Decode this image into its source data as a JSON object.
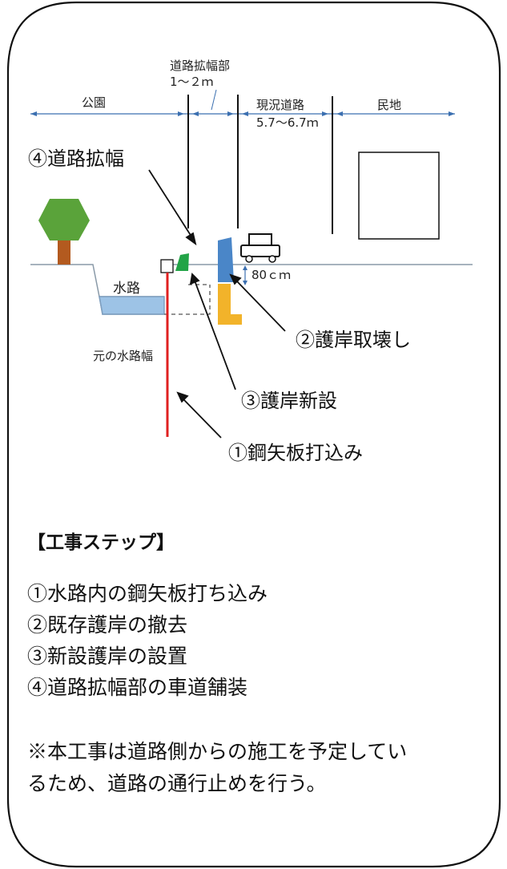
{
  "diagram": {
    "labels": {
      "park": "公園",
      "widening_zone": "道路拡幅部",
      "widening_width": "1～２ｍ",
      "existing_road": "現況道路",
      "existing_road_width": "5.7～6.7ｍ",
      "private_land": "民地",
      "waterway": "水路",
      "original_width": "元の水路幅",
      "depth": "80ｃｍ"
    },
    "callouts": {
      "step4": "④道路拡幅",
      "step2": "②護岸取壊し",
      "step3": "③護岸新設",
      "step1": "①鋼矢板打込み"
    }
  },
  "steps": {
    "heading": "【工事ステップ】",
    "items": [
      "①水路内の鋼矢板打ち込み",
      "②既存護岸の撤去",
      "③新設護岸の設置",
      "④道路拡幅部の車道舗装"
    ]
  },
  "note": {
    "line1": "※本工事は道路側からの施工を予定してい",
    "line2": "るため、道路の通行止めを行う。"
  },
  "colors": {
    "water": "#9dc3e6",
    "tree_leaf": "#5aa33a",
    "tree_trunk": "#b35a1f",
    "old_revetment": "#4a86c8",
    "new_revetment": "#22a447",
    "foundation": "#f2b32a",
    "sheet_pile": "#e02020",
    "dim_line": "#3b6fb0"
  }
}
